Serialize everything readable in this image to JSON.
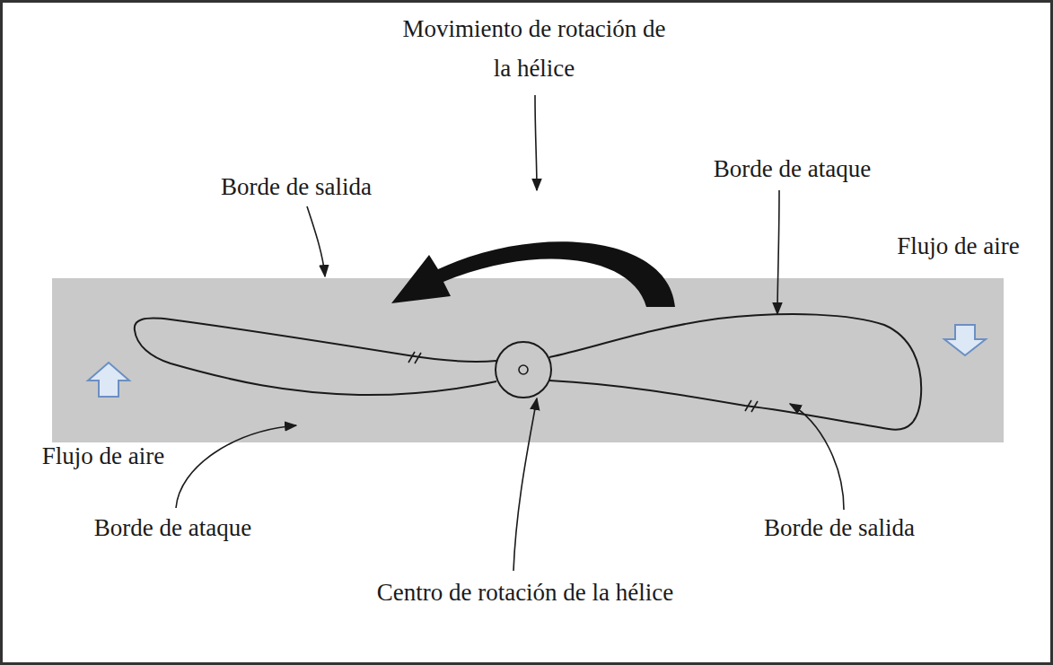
{
  "diagram": {
    "labels": [
      "Movimiento de rotación de la hélice",
      "Borde de salida",
      "Borde de ataque",
      "Flujo de aire",
      "Flujo de aire",
      "Borde de ataque",
      "Centro de rotación de la hélice",
      "Borde de salida"
    ]
  }
}
